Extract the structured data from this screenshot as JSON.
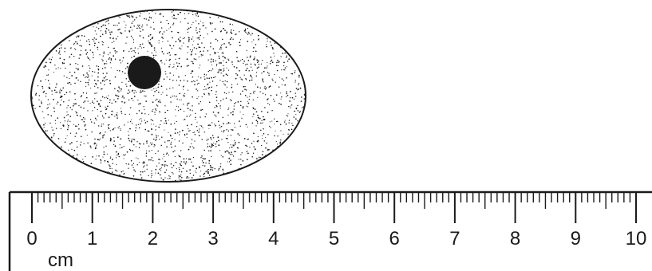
{
  "colors": {
    "ink": "#1a1a1a",
    "dot": "#1a1a1a",
    "paper": "#ffffff"
  },
  "ruler": {
    "unit": "cm",
    "min": 0,
    "max": 10,
    "labels": [
      "0",
      "1",
      "2",
      "3",
      "4",
      "5",
      "6",
      "7",
      "8",
      "9",
      "10"
    ]
  },
  "specimen": {
    "fill": "stippled",
    "center_x_cm": 2.8,
    "width_cm": 4.5,
    "spot_x_cm": 1.9
  }
}
